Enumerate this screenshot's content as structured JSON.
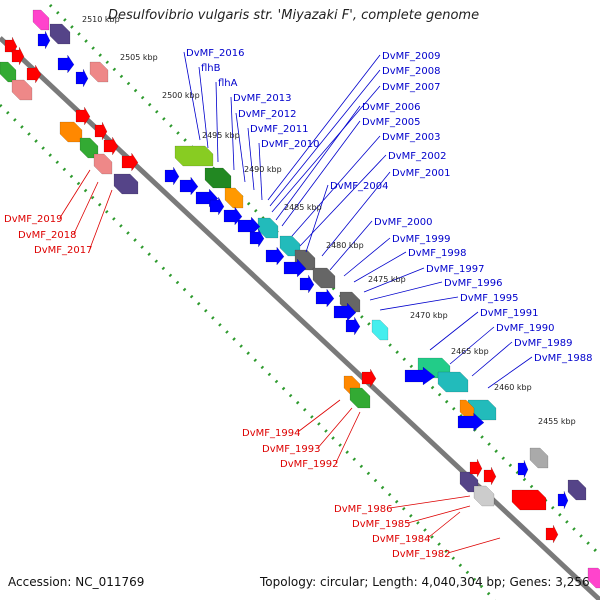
{
  "title": "Desulfovibrio vulgaris str. 'Miyazaki F', complete genome",
  "footer": {
    "accession": "Accession: NC_011769",
    "topology": "Topology: circular; Length: 4,040,304 bp; Genes: 3,256"
  },
  "colors": {
    "backbone": "#7a7a7a",
    "dotted_track": "#2e9a2e",
    "label_blue": "#0000cc",
    "label_red": "#dd0000"
  },
  "ticks": [
    "2510 kbp",
    "2505 kbp",
    "2500 kbp",
    "2495 kbp",
    "2490 kbp",
    "2485 kbp",
    "2480 kbp",
    "2475 kbp",
    "2470 kbp",
    "2465 kbp",
    "2460 kbp",
    "2455 kbp"
  ],
  "labels_blue": [
    "DvMF_2016",
    "flhB",
    "flhA",
    "DvMF_2013",
    "DvMF_2012",
    "DvMF_2011",
    "DvMF_2010",
    "DvMF_2009",
    "DvMF_2008",
    "DvMF_2007",
    "DvMF_2006",
    "DvMF_2005",
    "DvMF_2003",
    "DvMF_2002",
    "DvMF_2004",
    "DvMF_2001",
    "DvMF_2000",
    "DvMF_1999",
    "DvMF_1998",
    "DvMF_1997",
    "DvMF_1996",
    "DvMF_1995",
    "DvMF_1991",
    "DvMF_1990",
    "DvMF_1989",
    "DvMF_1988"
  ],
  "labels_red": [
    "DvMF_2019",
    "DvMF_2018",
    "DvMF_2017",
    "DvMF_1994",
    "DvMF_1993",
    "DvMF_1992",
    "DvMF_1986",
    "DvMF_1985",
    "DvMF_1984",
    "DvMF_1982"
  ]
}
